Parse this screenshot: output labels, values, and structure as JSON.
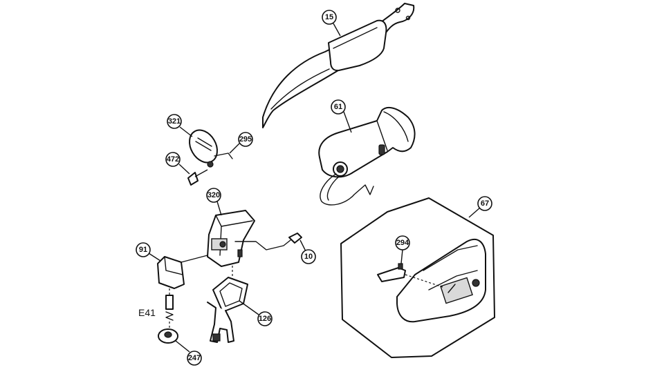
{
  "diagram": {
    "callouts": {
      "c15": "15",
      "c61": "61",
      "c321": "321",
      "c295": "295",
      "c472": "472",
      "c320": "320",
      "c10": "10",
      "c91": "91",
      "c126": "126",
      "c247": "247",
      "c67": "67",
      "c294": "294"
    },
    "labels": {
      "e41": "E41"
    },
    "colors": {
      "line": "#111111",
      "fill": "#ffffff",
      "shade": "#d9d9d9"
    }
  }
}
